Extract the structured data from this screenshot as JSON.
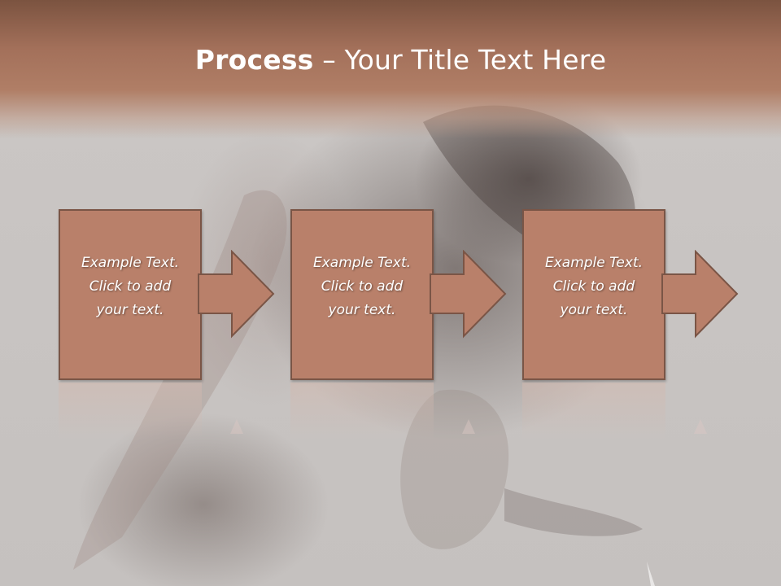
{
  "slide": {
    "title_bold": "Process",
    "title_rest": " – Your Title Text Here"
  },
  "steps": [
    {
      "line1": "Example Text.",
      "line2": "Click  to add",
      "line3": "your text."
    },
    {
      "line1": "Example Text.",
      "line2": "Click  to add",
      "line3": "your text."
    },
    {
      "line1": "Example Text.",
      "line2": "Click  to add",
      "line3": "your text."
    }
  ],
  "colors": {
    "header_dark": "#7b5340",
    "box_fill": "#b9806a",
    "box_border": "#7a5546",
    "background": "#c9c5c3"
  }
}
